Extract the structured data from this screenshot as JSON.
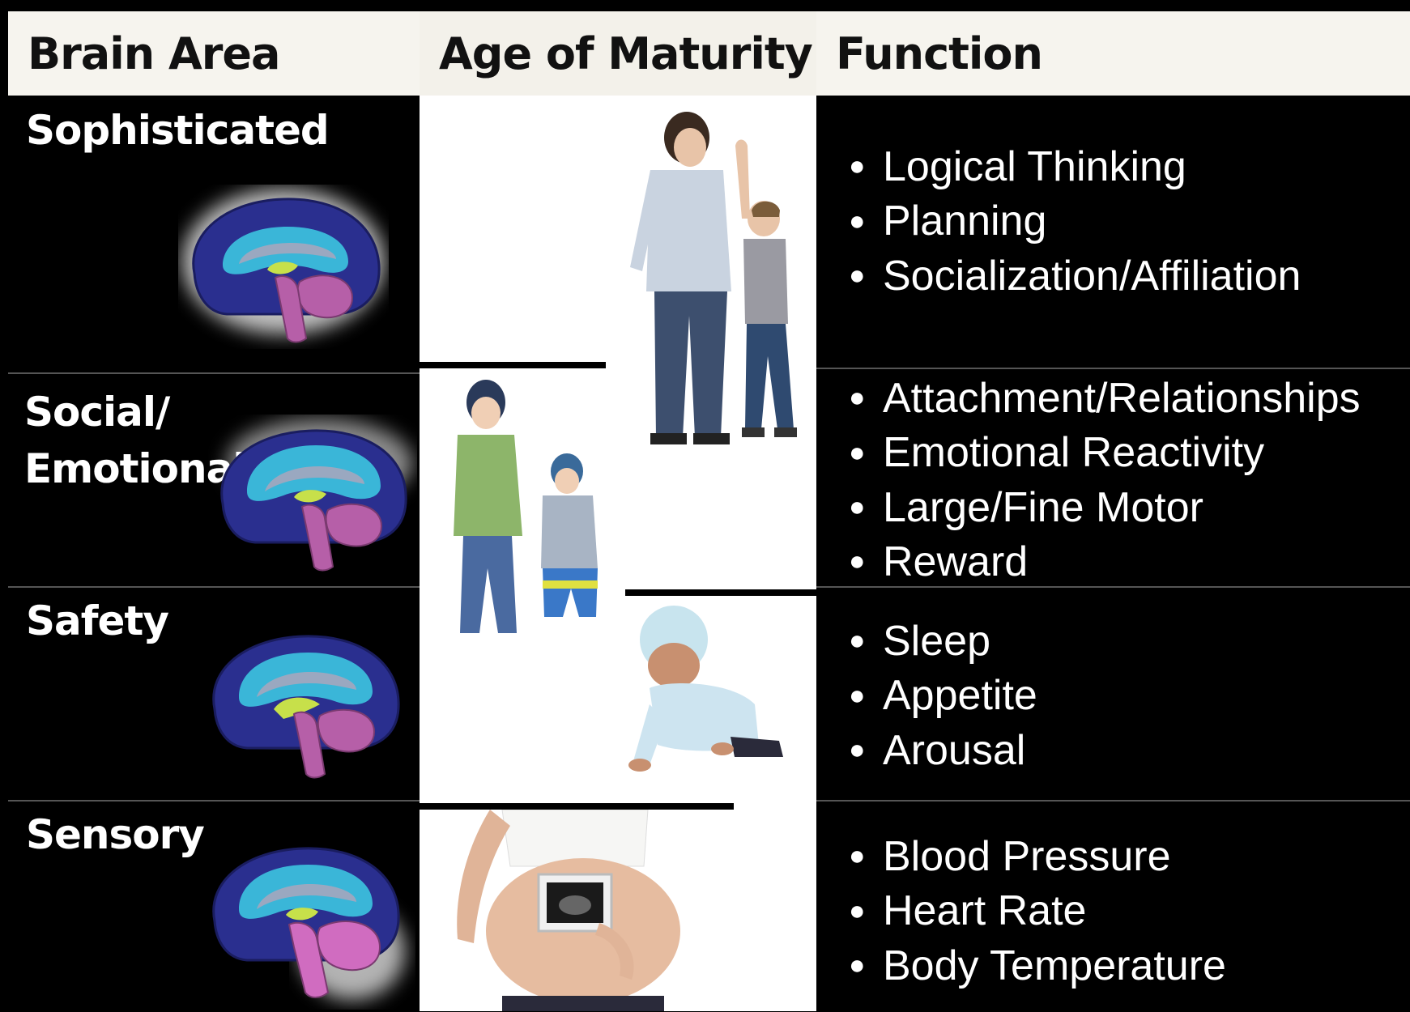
{
  "header": {
    "col1": "Brain Area",
    "col2": "Age of Maturity",
    "col3": "Function"
  },
  "rows": [
    {
      "label": "Sophisticated",
      "functions": [
        "Logical Thinking",
        "Planning",
        "Socialization/Affiliation"
      ]
    },
    {
      "label_line1": "Social/",
      "label_line2": "Emotional",
      "functions": [
        "Attachment/Relationships",
        "Emotional Reactivity",
        "Large/Fine Motor",
        "Reward"
      ]
    },
    {
      "label": "Safety",
      "functions": [
        "Sleep",
        "Appetite",
        "Arousal"
      ]
    },
    {
      "label": "Sensory",
      "functions": [
        "Blood Pressure",
        "Heart Rate",
        "Body Temperature"
      ]
    }
  ],
  "colors": {
    "cortex": "#2a2f8f",
    "limbic": "#3ab6d8",
    "midbrain": "#c7e04a",
    "brainstem": "#b65fa8",
    "highlight_glow": "#ffffff"
  },
  "images": {
    "row1_photo": "adult-measuring-child-photo",
    "row2_photo": "two-toddlers-walking-photo",
    "row3_photo": "crawling-baby-photo",
    "row4_photo": "pregnant-woman-ultrasound-photo"
  }
}
